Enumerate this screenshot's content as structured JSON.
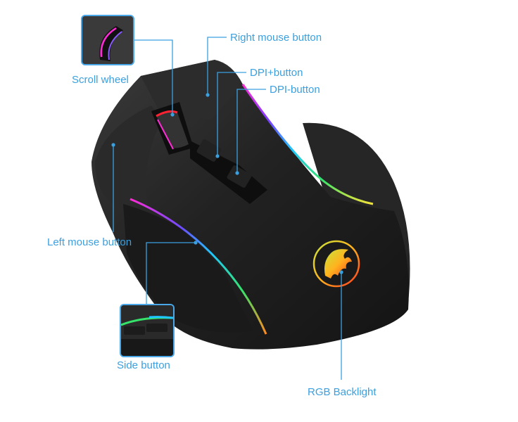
{
  "product": {
    "name": "RGB gaming mouse",
    "logo": "dragon-logo"
  },
  "callouts": {
    "scroll_wheel": "Scroll wheel",
    "right_mouse_button": "Right mouse button",
    "dpi_plus_button": "DPI+button",
    "dpi_minus_button": "DPI-button",
    "left_mouse_button": "Left mouse button",
    "side_button": "Side button",
    "rgb_backlight": "RGB Backlight"
  },
  "colors": {
    "callout": "#3aa0e0",
    "body": "#1e1e1e",
    "body_highlight": "#3a3a3a",
    "background": "#ffffff"
  }
}
